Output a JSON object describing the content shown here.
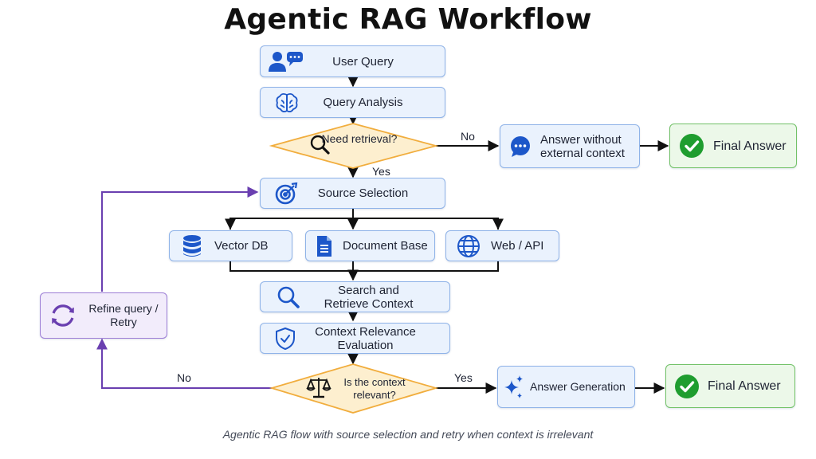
{
  "title": "Agentic RAG Workflow",
  "nodes": {
    "user_query": "User Query",
    "query_analysis": "Query Analysis",
    "need_retrieval": "Need retrieval?",
    "answer_without_context": "Answer without external context",
    "final_answer_top": "Final Answer",
    "source_selection": "Source Selection",
    "vector_db": "Vector DB",
    "document_base": "Document Base",
    "web_api": "Web / API",
    "search_retrieve": "Search and Retrieve Context",
    "context_relevance": "Context Relevance Evaluation",
    "context_relevant": "Is the context relevant?",
    "answer_generation": "Answer Generation",
    "final_answer_bottom": "Final Answer",
    "refine_query": "Refine query / Retry"
  },
  "edges": {
    "no_top": "No",
    "yes_top": "Yes",
    "no_bottom": "No",
    "yes_bottom": "Yes"
  },
  "caption": "Agentic RAG flow with source selection and retry when context is irrelevant",
  "colors": {
    "box_fill": "#eaf2fd",
    "box_border": "#8fb3e8",
    "diamond_fill": "#fdefcf",
    "diamond_border": "#f1ad3d",
    "green_fill": "#ecf8e9",
    "green_border": "#72c267",
    "purple_fill": "#f2ecfb",
    "purple_border": "#9d7ed6",
    "retry_line": "#6a3fb0",
    "icon_blue": "#1d57c9",
    "check_green": "#1f9d2f"
  }
}
